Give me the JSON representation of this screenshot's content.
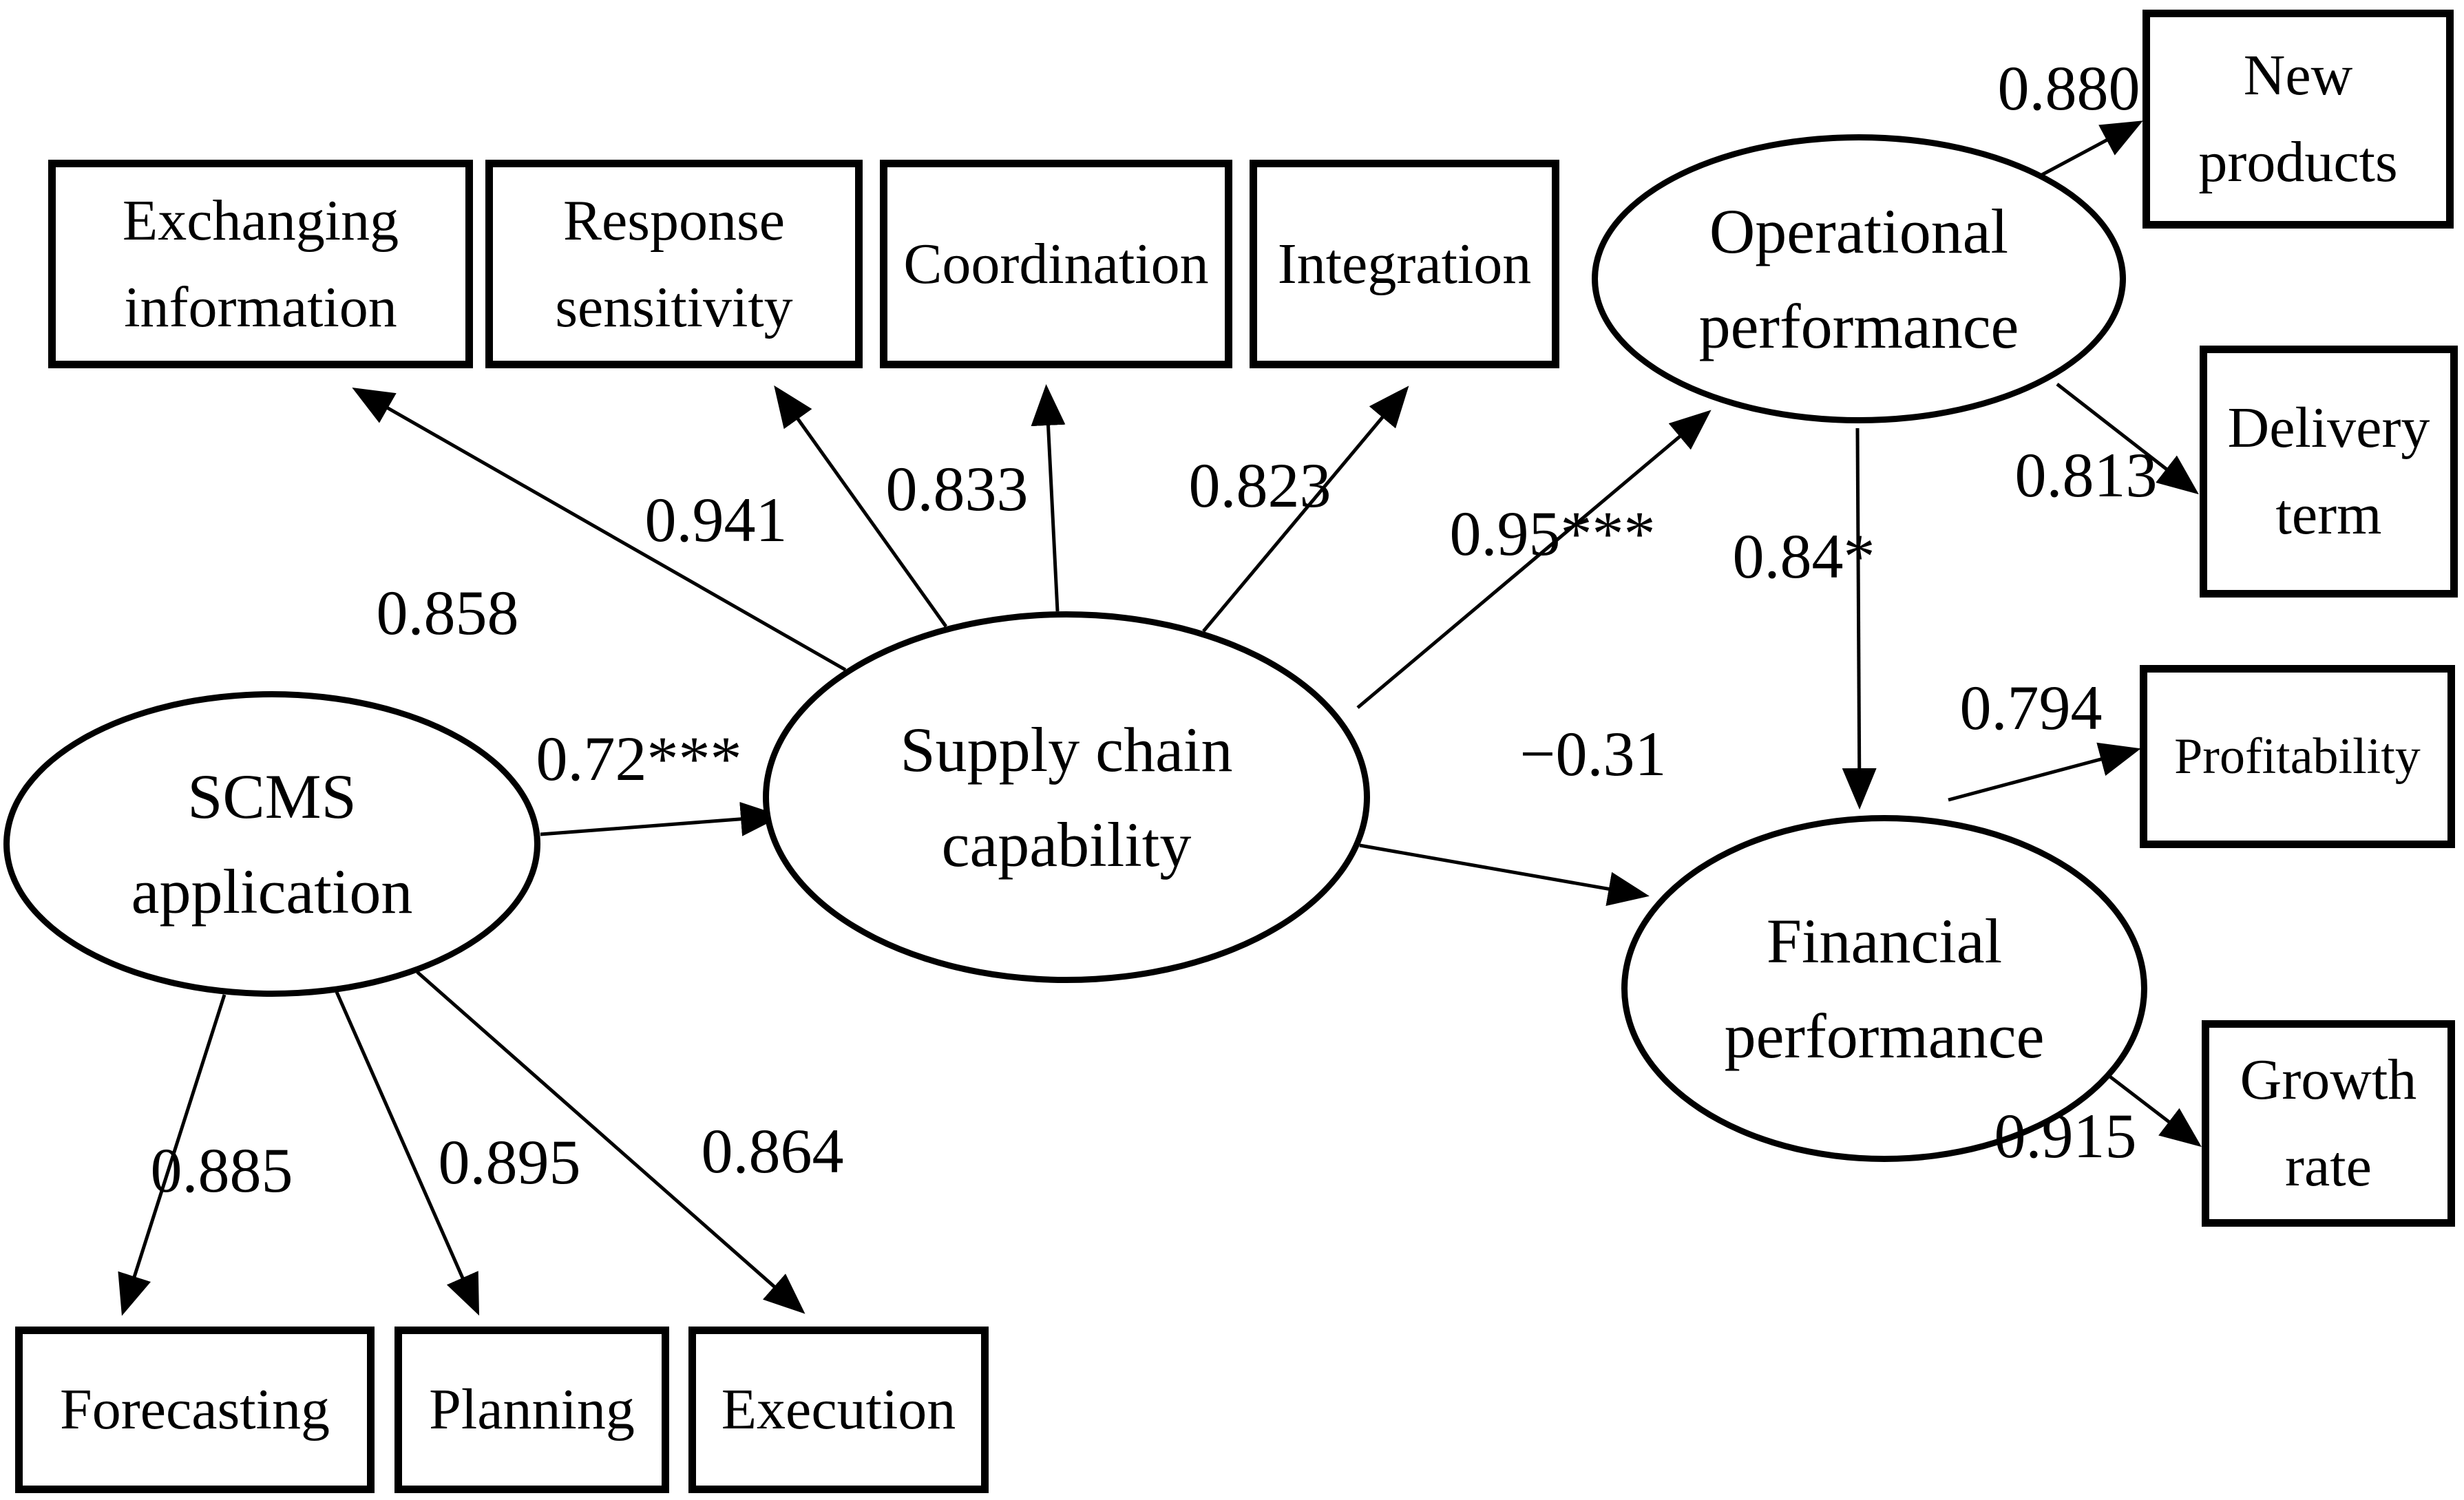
{
  "nodes": {
    "scms_application": {
      "label": "SCMS application"
    },
    "supply_chain_capability": {
      "label": "Supply chain capability"
    },
    "operational_performance": {
      "label": "Operational performance"
    },
    "financial_performance": {
      "label": "Financial performance"
    },
    "exchanging_information": {
      "label": "Exchanging information"
    },
    "response_sensitivity": {
      "label": "Response sensitivity"
    },
    "coordination": {
      "label": "Coordination"
    },
    "integration": {
      "label": "Integration"
    },
    "new_products": {
      "label": "New products"
    },
    "delivery_term": {
      "label": "Delivery term"
    },
    "profitability": {
      "label": "Profitability"
    },
    "growth_rate": {
      "label": "Growth rate"
    },
    "forecasting": {
      "label": "Forecasting"
    },
    "planning": {
      "label": "Planning"
    },
    "execution": {
      "label": "Execution"
    }
  },
  "coefficients": {
    "scc_to_exchanging_information": "0.858",
    "scc_to_response_sensitivity": "0.941",
    "scc_to_coordination": "0.833",
    "scc_to_integration": "0.823",
    "scms_to_scc": "0.72***",
    "scc_to_operational": "0.95***",
    "operational_to_financial": "0.84*",
    "scc_to_financial": "−0.31",
    "operational_to_new_products": "0.880",
    "operational_to_delivery_term": "0.813",
    "financial_to_profitability": "0.794",
    "financial_to_growth_rate": "0.915",
    "scms_to_forecasting": "0.885",
    "scms_to_planning": "0.895",
    "scms_to_execution": "0.864"
  }
}
